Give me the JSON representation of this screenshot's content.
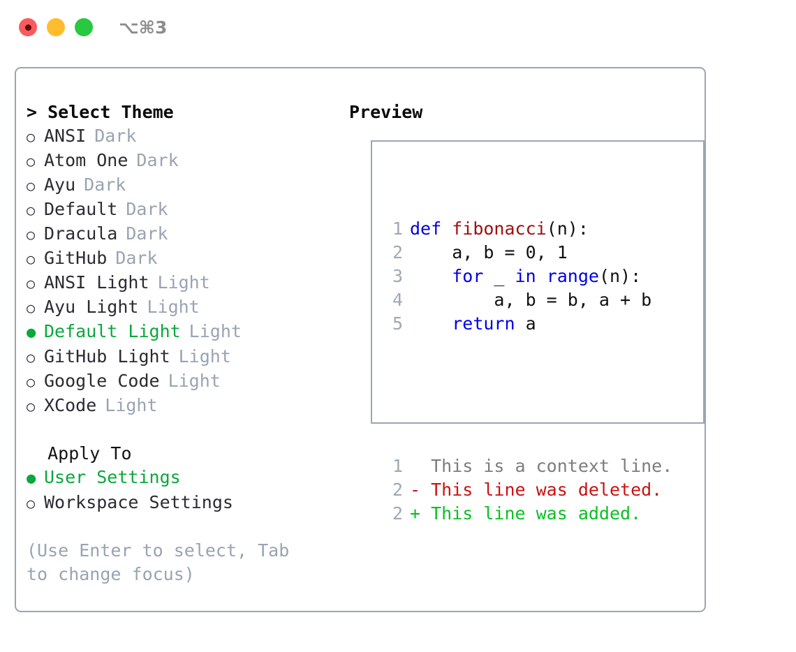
{
  "titlebar": {
    "shortcut": "⌥⌘3",
    "buttons": [
      {
        "name": "close",
        "color": "#f95a5f"
      },
      {
        "name": "minimize",
        "color": "#ffbd2e"
      },
      {
        "name": "maximize",
        "color": "#28c840"
      }
    ]
  },
  "theme_panel": {
    "header": "> Select Theme",
    "items": [
      {
        "bullet": "○",
        "label": "ANSI",
        "kind": "Dark",
        "selected": false
      },
      {
        "bullet": "○",
        "label": "Atom One",
        "kind": "Dark",
        "selected": false
      },
      {
        "bullet": "○",
        "label": "Ayu",
        "kind": "Dark",
        "selected": false
      },
      {
        "bullet": "○",
        "label": "Default",
        "kind": "Dark",
        "selected": false
      },
      {
        "bullet": "○",
        "label": "Dracula",
        "kind": "Dark",
        "selected": false
      },
      {
        "bullet": "○",
        "label": "GitHub",
        "kind": "Dark",
        "selected": false
      },
      {
        "bullet": "○",
        "label": "ANSI Light",
        "kind": "Light",
        "selected": false
      },
      {
        "bullet": "○",
        "label": "Ayu Light",
        "kind": "Light",
        "selected": false
      },
      {
        "bullet": "●",
        "label": "Default Light",
        "kind": "Light",
        "selected": true
      },
      {
        "bullet": "○",
        "label": "GitHub Light",
        "kind": "Light",
        "selected": false
      },
      {
        "bullet": "○",
        "label": "Google Code",
        "kind": "Light",
        "selected": false
      },
      {
        "bullet": "○",
        "label": "XCode",
        "kind": "Light",
        "selected": false
      }
    ]
  },
  "apply_to": {
    "header": "  Apply To",
    "items": [
      {
        "bullet": "●",
        "label": "User Settings",
        "selected": true
      },
      {
        "bullet": "○",
        "label": "Workspace Settings",
        "selected": false
      }
    ]
  },
  "footer_hint": "(Use Enter to select, Tab to change focus)",
  "preview": {
    "header": "Preview",
    "code_lines": [
      {
        "no": "1",
        "tokens": [
          {
            "t": "def ",
            "c": "kw"
          },
          {
            "t": "fibonacci",
            "c": "fn"
          },
          {
            "t": "(n):",
            "c": "plain"
          }
        ]
      },
      {
        "no": "2",
        "tokens": [
          {
            "t": "    a, b = 0, 1",
            "c": "plain"
          }
        ]
      },
      {
        "no": "3",
        "tokens": [
          {
            "t": "    ",
            "c": "plain"
          },
          {
            "t": "for",
            "c": "kw"
          },
          {
            "t": " _ ",
            "c": "plain"
          },
          {
            "t": "in",
            "c": "kw"
          },
          {
            "t": " ",
            "c": "plain"
          },
          {
            "t": "range",
            "c": "kw"
          },
          {
            "t": "(n):",
            "c": "plain"
          }
        ]
      },
      {
        "no": "4",
        "tokens": [
          {
            "t": "        a, b = b, a + b",
            "c": "plain"
          }
        ]
      },
      {
        "no": "5",
        "tokens": [
          {
            "t": "    ",
            "c": "plain"
          },
          {
            "t": "return",
            "c": "kw"
          },
          {
            "t": " a",
            "c": "plain"
          }
        ]
      }
    ],
    "diff_lines": [
      {
        "no": "1",
        "prefix": "  ",
        "text": "This is a context line.",
        "kind": "ctx"
      },
      {
        "no": "2",
        "prefix": "- ",
        "text": "This line was deleted.",
        "kind": "del"
      },
      {
        "no": "2",
        "prefix": "+ ",
        "text": "This line was added.",
        "kind": "add"
      }
    ]
  },
  "colors": {
    "accent_green": "#0aa83a",
    "muted": "#9aa3b2",
    "border": "#9aa5b4",
    "keyword_blue": "#0000e8",
    "function_red": "#a01010",
    "diff_del": "#cc1111",
    "diff_add": "#0ac022"
  }
}
